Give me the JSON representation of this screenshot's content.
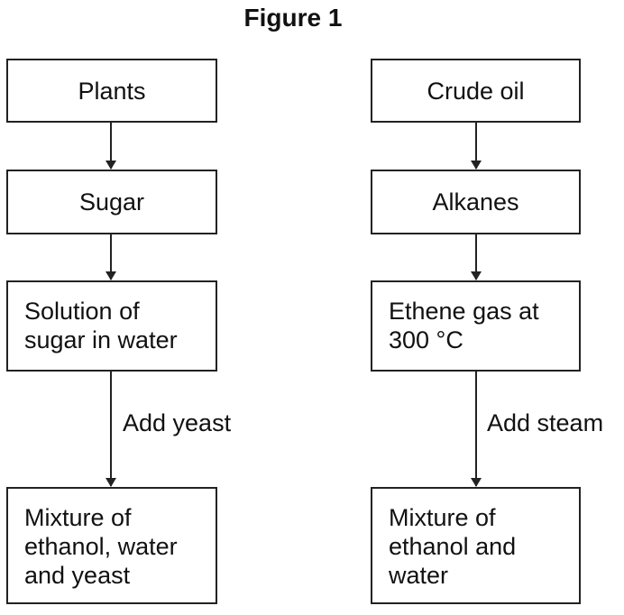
{
  "title": "Figure 1",
  "left_path": {
    "boxes": [
      {
        "lines": [
          "Plants"
        ]
      },
      {
        "lines": [
          "Sugar"
        ]
      },
      {
        "lines": [
          "Solution of",
          "sugar in water"
        ]
      },
      {
        "lines": [
          "Mixture of",
          "ethanol, water",
          "and yeast"
        ]
      }
    ],
    "step_label": "Add yeast"
  },
  "right_path": {
    "boxes": [
      {
        "lines": [
          "Crude oil"
        ]
      },
      {
        "lines": [
          "Alkanes"
        ]
      },
      {
        "lines": [
          "Ethene gas at",
          "300 °C"
        ]
      },
      {
        "lines": [
          "Mixture of",
          "ethanol and",
          "water"
        ]
      }
    ],
    "step_label": "Add steam"
  }
}
